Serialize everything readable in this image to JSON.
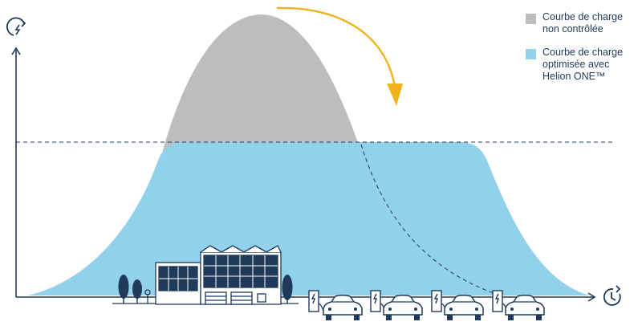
{
  "colors": {
    "uncontrolled": "#bdbdbd",
    "optimized": "#92d1ea",
    "axis": "#1f3a5a",
    "arrow": "#f2b21b",
    "icon": "#1f3a5a"
  },
  "legend": {
    "uncontrolled": [
      "Courbe de charge",
      "non contrôlée"
    ],
    "optimized": [
      "Courbe de charge",
      "optimisée avec",
      "Helion ONE™"
    ]
  },
  "icons": {
    "y_axis": "energy-charge-icon",
    "x_axis": "clock-icon"
  }
}
